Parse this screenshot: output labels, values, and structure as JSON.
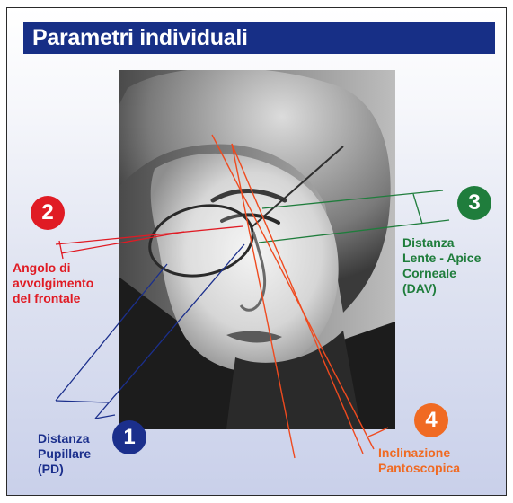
{
  "title": "Parametri individuali",
  "colors": {
    "header_bg": "#172f86",
    "blue": "#1b2f8c",
    "red": "#e01b24",
    "green": "#1f7d3c",
    "orange": "#f06a22"
  },
  "parameters": [
    {
      "number": "1",
      "label": "Distanza\nPupillare\n(PD)"
    },
    {
      "number": "2",
      "label": "Angolo di\navvolgimento\ndel frontale"
    },
    {
      "number": "3",
      "label": "Distanza\nLente - Apice\nCorneale\n(DAV)"
    },
    {
      "number": "4",
      "label": "Inclinazione\nPantoscopica"
    }
  ]
}
